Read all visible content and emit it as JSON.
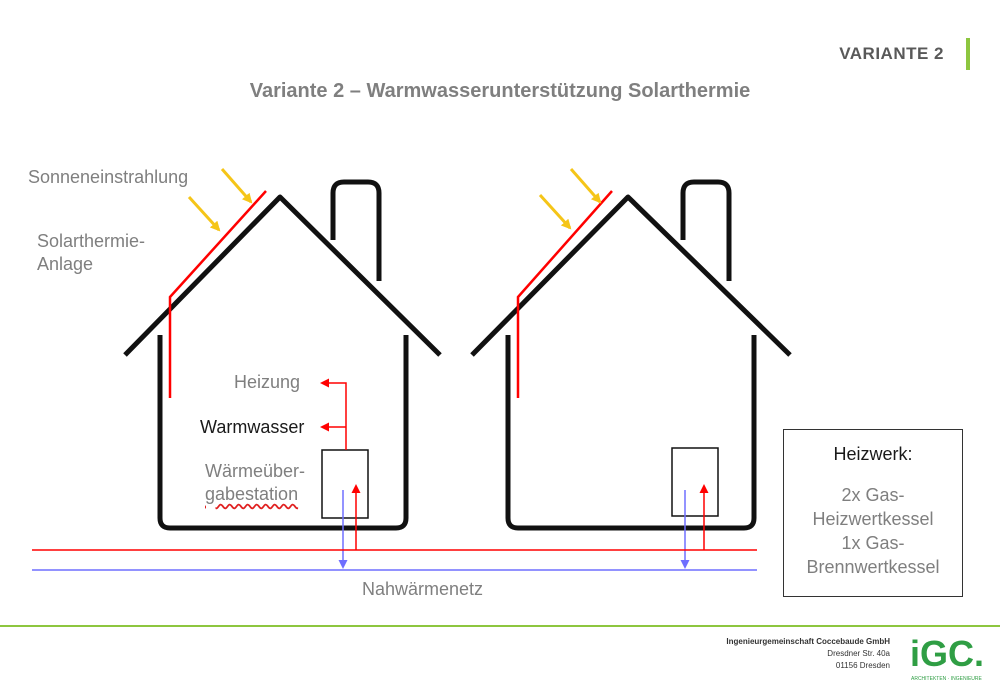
{
  "header": {
    "tag": "VARIANTE 2",
    "title": "Variante 2 – Warmwasserunterstützung Solarthermie"
  },
  "labels": {
    "sun": "Sonneneinstrahlung",
    "solar_line1": "Solarthermie-",
    "solar_line2": "Anlage",
    "heating": "Heizung",
    "hot_water": "Warmwasser",
    "station_line1": "Wärmeüber-",
    "station_line2": "gabestation",
    "network": "Nahwärmenetz"
  },
  "plant": {
    "heading": "Heizwerk:",
    "line1": "2x Gas-",
    "line2": "Heizwertkessel",
    "line3": "1x Gas-",
    "line4": "Brennwertkessel"
  },
  "footer": {
    "company": "Ingenieurgemeinschaft Coccebaude GmbH",
    "street": "Dresdner Str. 40a",
    "city": "01156 Dresden",
    "logo_text": "iGC.",
    "logo_sub": "ARCHITEKTEN · INGENIEURE"
  },
  "colors": {
    "accent": "#8dc63f",
    "red": "#ff0000",
    "blue": "#6f6fff",
    "sun": "#f5c518"
  }
}
